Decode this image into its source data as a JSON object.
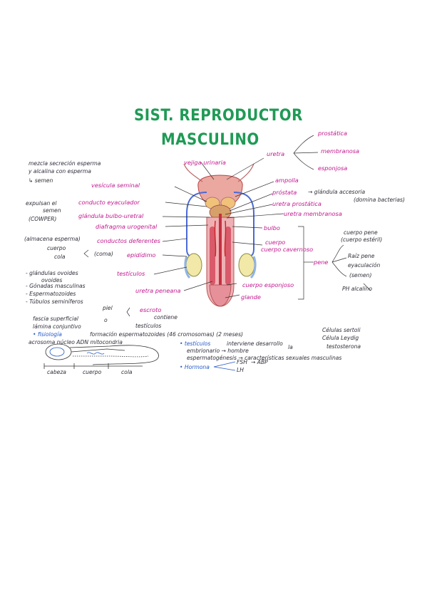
{
  "title_line1": "SIST. REPRODUCTOR",
  "title_line2": "MASCULINO",
  "colors": {
    "title": "#1f9a55",
    "label_structure": "#c2188f",
    "text": "#2f2f3a",
    "physiology": "#2459c9",
    "tissue_pink": "#e8a0a8",
    "tissue_red": "#d24a4a",
    "tissue_blue": "#6a7fd6"
  },
  "labels": {
    "uretra": "uretra",
    "prostatica": "prostática",
    "membranosa_top": "membranosa",
    "esponjosa": "esponjosa",
    "vejiga": "vejiga urinaria",
    "mezcla": "mezcla secreción esperma",
    "alcalina": "y alcalina con esperma",
    "semen": "↳ semen",
    "vesicula": "vesícula seminal",
    "ampolla": "ampolla",
    "prostata": "próstata",
    "glandula_accesoria": "→ glándula accesoria",
    "domina_bacterias": "(domina bacterias)",
    "uretra_prostatica": "uretra prostática",
    "uretra_membranosa": "uretra membranosa",
    "expulsan": "expulsan el",
    "semen2": "semen",
    "conducto_eyaculador": "conducto eyaculador",
    "cowper": "(COWPER)",
    "bulbo_uretral": "glándula bulbo-uretral",
    "diafragma": "diafragma urogenital",
    "bulbo": "bulbo",
    "cuerpo_pene": "cuerpo pene",
    "cuerpo_esteril": "(cuerpo estéril)",
    "almacena": "(almacena esperma)",
    "conductos_deferentes": "conductos deferentes",
    "cuerpo_cavernoso": "cuerpo cavernoso",
    "cuerpo": "cuerpo",
    "cola": "cola",
    "coma": "(coma)",
    "epididimo": "epidídimo",
    "raiz_pene": "Raíz pene",
    "eyaculacion": "eyaculación",
    "semen3": "(semen)",
    "pene": "pene",
    "glandulas_ovoides": "- glándulas ovoides",
    "ovoides": "ovoides",
    "testiculos": "testículos",
    "gonadas": "- Gónadas masculinas",
    "espermatozoides": "- Espermatozoides",
    "tubulos": "- Túbulos seminíferos",
    "uretra_peneana": "uretra peneana",
    "cuerpo_esponjoso": "cuerpo esponjoso",
    "glande": "glande",
    "ph": "PH alcalino",
    "fascia": "fascia superficial",
    "lamina": "lámina conjuntivo",
    "piel": "piel",
    "o": "o",
    "escroto": "escroto",
    "contiene": "contiene",
    "testiculos2": "testículos",
    "fisiologia": "• fisiología",
    "formacion": "formación espermatozoides (46 cromosomas) (2 meses)",
    "celulas_sertoli": "Células sertoli",
    "celula_leydig": "Célula Leydig",
    "testosterona": "testosterona",
    "acrosoma": "acrosoma núcleo ADN mitocondria",
    "testiculos_fis": "• testículos",
    "interviene": "interviene desarrollo",
    "embrionario": "embrionario → hombre",
    "la": "la",
    "espermatogenesis": "espermatogénesis → características sexuales masculinas",
    "hormona": "• Hormona",
    "fsh": "FSH",
    "lh": "LH",
    "abp": "→ ABP",
    "cabeza": "cabeza",
    "cuerpo_sp": "cuerpo",
    "cola_sp": "cola"
  }
}
